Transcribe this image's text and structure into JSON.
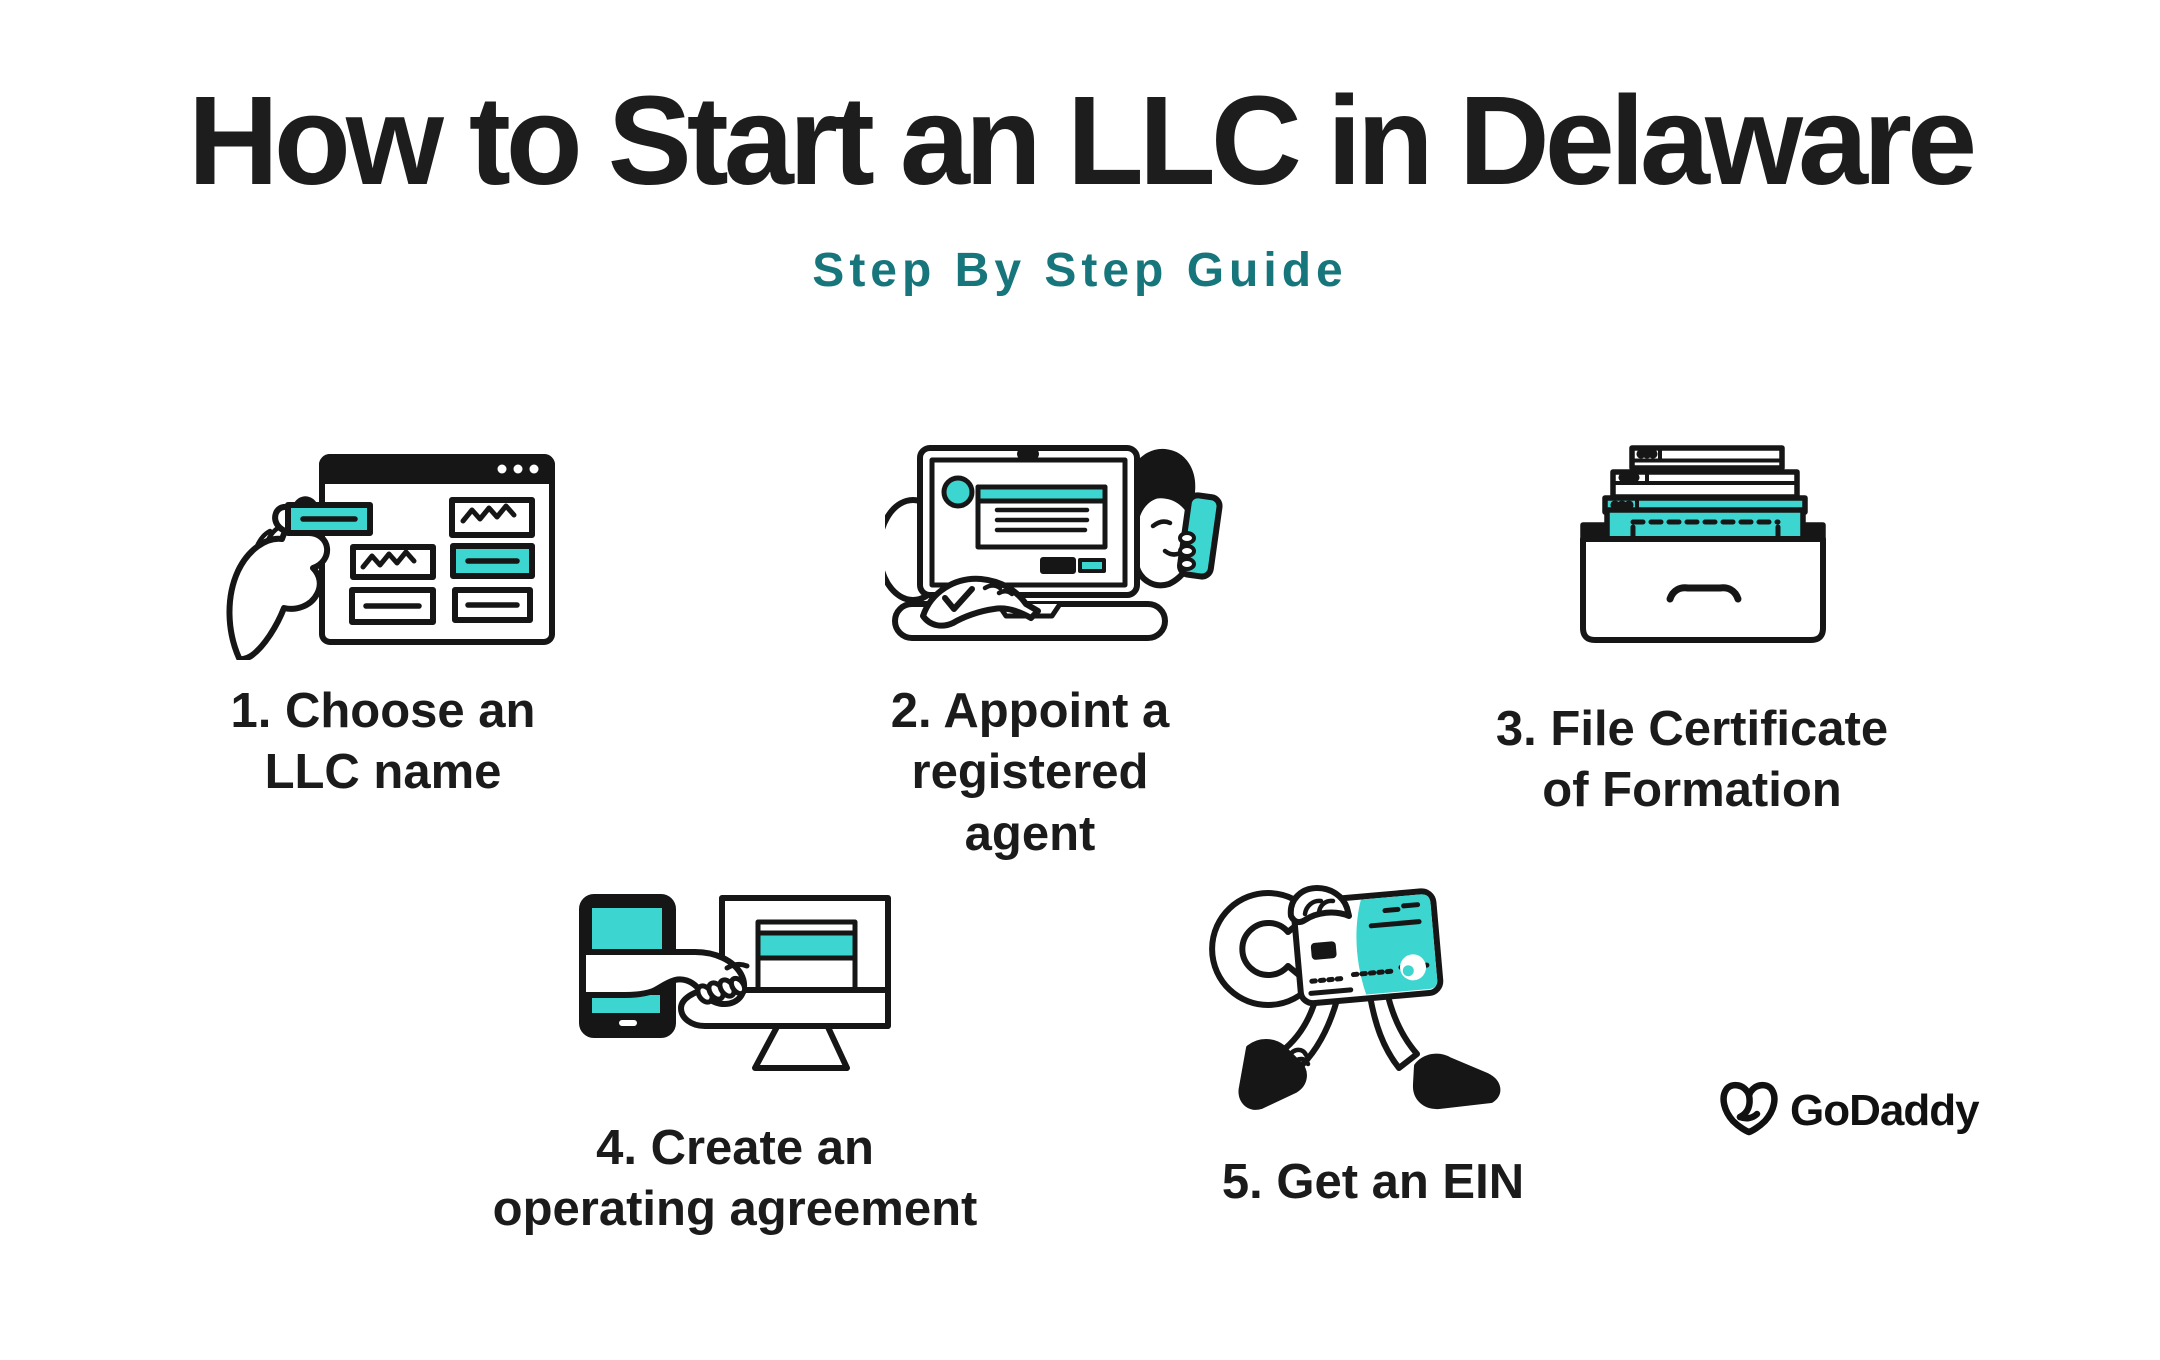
{
  "header": {
    "title": "How to Start an LLC in Delaware",
    "subtitle": "Step By Step Guide"
  },
  "steps": [
    {
      "label": "1. Choose an\nLLC name",
      "icon": "browser-hand-icon"
    },
    {
      "label": "2. Appoint a\nregistered\nagent",
      "icon": "laptop-person-icon"
    },
    {
      "label": "3. File Certificate\nof Formation",
      "icon": "file-drawer-icon"
    },
    {
      "label": "4. Create an\noperating agreement",
      "icon": "handshake-devices-icon"
    },
    {
      "label": "5. Get an EIN",
      "icon": "walking-credit-card-icon"
    }
  ],
  "branding": {
    "logo_text": "GoDaddy"
  },
  "colors": {
    "accent_teal": "#3DD5D0",
    "subtitle_teal": "#17767B",
    "ink": "#161616",
    "background": "#FFFFFF"
  }
}
